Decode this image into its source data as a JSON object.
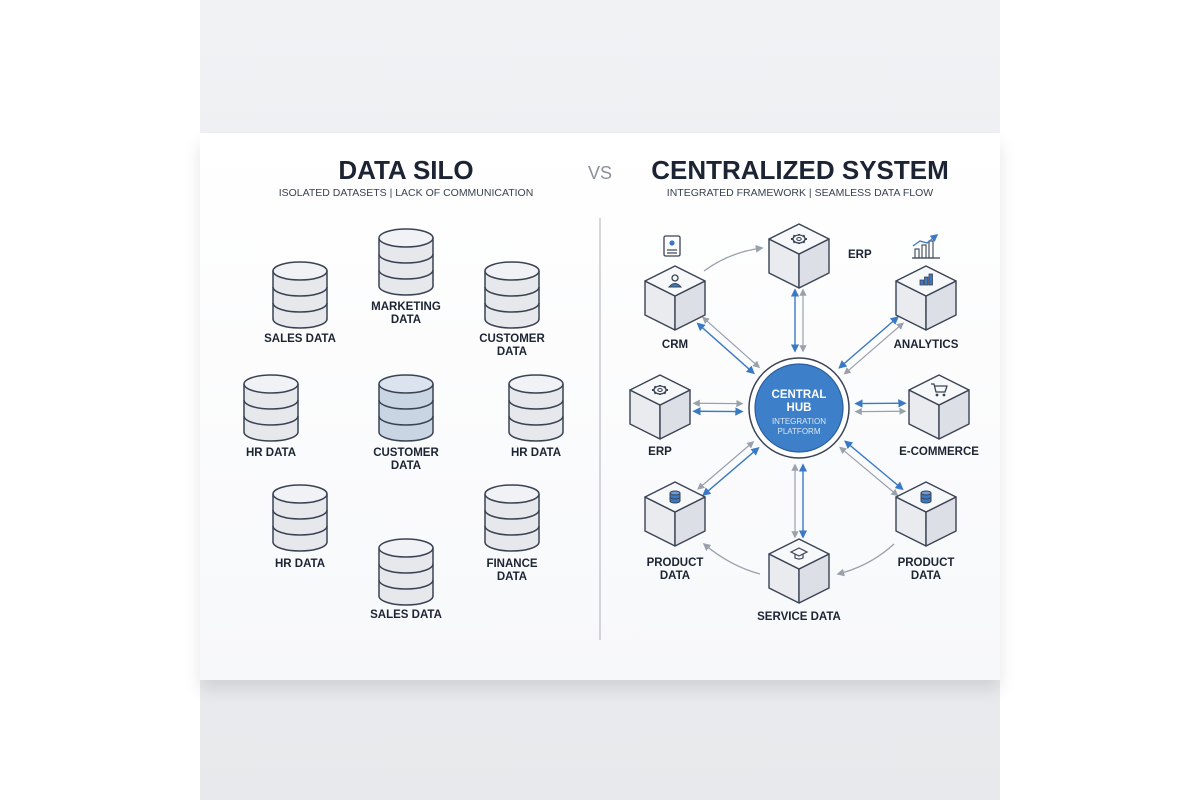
{
  "left": {
    "title": "DATA SILO",
    "subtitle": "ISOLATED DATASETS | LACK OF COMMUNICATION",
    "silos": [
      {
        "l1": "SALES DATA",
        "l2": ""
      },
      {
        "l1": "MARKETING",
        "l2": "DATA"
      },
      {
        "l1": "CUSTOMER",
        "l2": "DATA"
      },
      {
        "l1": "HR DATA",
        "l2": ""
      },
      {
        "l1": "CUSTOMER",
        "l2": "DATA"
      },
      {
        "l1": "HR DATA",
        "l2": ""
      },
      {
        "l1": "HR DATA",
        "l2": ""
      },
      {
        "l1": "FINANCE",
        "l2": "DATA"
      },
      {
        "l1": "SALES DATA",
        "l2": ""
      }
    ]
  },
  "vs": "VS",
  "right": {
    "title": "CENTRALIZED SYSTEM",
    "subtitle": "INTEGRATED FRAMEWORK | SEAMLESS DATA FLOW",
    "hub": {
      "line1": "CENTRAL",
      "line2": "HUB",
      "line3": "INTEGRATION",
      "line4": "PLATFORM"
    },
    "nodes": [
      {
        "l1": "ERP",
        "l2": "",
        "icon": "gear-icon"
      },
      {
        "l1": "ANALYTICS",
        "l2": "",
        "icon": "bar-chart-icon"
      },
      {
        "l1": "E-COMMERCE",
        "l2": "",
        "icon": "shopping-cart-icon"
      },
      {
        "l1": "PRODUCT",
        "l2": "DATA",
        "icon": "database-icon"
      },
      {
        "l1": "SERVICE DATA",
        "l2": "",
        "icon": "graduation-cap-icon"
      },
      {
        "l1": "PRODUCT",
        "l2": "DATA",
        "icon": "database-icon"
      },
      {
        "l1": "ERP",
        "l2": "",
        "icon": "gear-icon"
      },
      {
        "l1": "CRM",
        "l2": "",
        "icon": "user-icon"
      }
    ]
  },
  "colors": {
    "accent": "#3a7ac4",
    "hub": "#3d7fc9",
    "cylinder": "#e6e8ec",
    "cylinder_highlight": "#c9d5e3",
    "stroke": "#3a4354"
  }
}
